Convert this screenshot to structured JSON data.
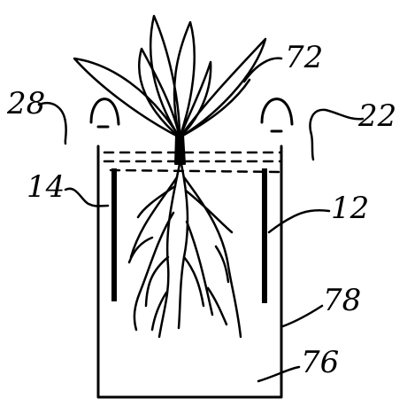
{
  "colors": {
    "ink": "#000000",
    "background": "#ffffff"
  },
  "labels": {
    "plant": "72",
    "left_hook": "28",
    "right_hook": "22",
    "left_electrode": "14",
    "right_electrode": "12",
    "container_wall": "78",
    "container_interior": "76"
  }
}
